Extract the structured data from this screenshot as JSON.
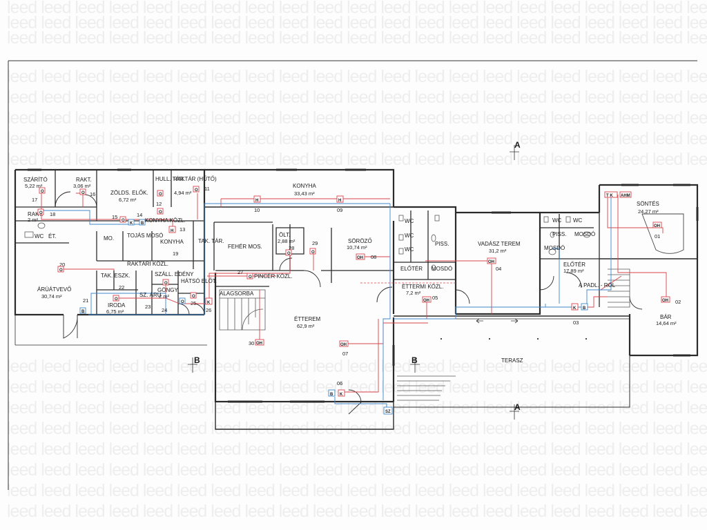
{
  "watermark": {
    "text": "leed leed leed leed leed leed leed leed leed leed leed leed leed leed leed leed leed leed leed leed leed leed leed leed"
  },
  "rooms": [
    {
      "id": "szarito",
      "name": "SZÁRÍTÓ",
      "area": "5,22 m²"
    },
    {
      "id": "rakt1",
      "name": "RAKT.",
      "area": "3,06 m²"
    },
    {
      "id": "zoldseg",
      "name": "ZÖLDS. ELŐK.",
      "area": "6,72 m²"
    },
    {
      "id": "hulltar",
      "name": "HULL. TÁR."
    },
    {
      "id": "raktarhuto",
      "name": "RAKTÁR (HŰTŐ)",
      "area": "4,94 m²"
    },
    {
      "id": "rakt2",
      "name": "RAKT.",
      "area": "2 m²"
    },
    {
      "id": "wc1",
      "name": "WC"
    },
    {
      "id": "et",
      "name": "ÉT."
    },
    {
      "id": "konyhakozl",
      "name": "KONYHA KÖZL."
    },
    {
      "id": "mo",
      "name": "MO."
    },
    {
      "id": "tojasmoso",
      "name": "TOJÁS MOSÓ"
    },
    {
      "id": "konyhalow",
      "name": "KONYHA"
    },
    {
      "id": "taktar",
      "name": "TAK. TÁR."
    },
    {
      "id": "konyha",
      "name": "KONYHA",
      "area": "33,43 m²"
    },
    {
      "id": "fehermos",
      "name": "FEHÉR MOS."
    },
    {
      "id": "olt",
      "name": "ÖLT.",
      "area": "2,88 m²"
    },
    {
      "id": "sorozo",
      "name": "SÖRÖZŐ",
      "area": "10,74 m²"
    },
    {
      "id": "raktarikozl",
      "name": "RAKTÁRI KÖZL."
    },
    {
      "id": "arualvevo",
      "name": "ÁRÚÁTVEVŐ",
      "area": "30,74 m²"
    },
    {
      "id": "takeszk",
      "name": "TAK. ESZK."
    },
    {
      "id": "szazaru",
      "name": "SZ. ÁRU"
    },
    {
      "id": "szalledeny",
      "name": "SZÁLL. EDÉNY"
    },
    {
      "id": "gongy",
      "name": "GÖNGY.",
      "area": "2 m²"
    },
    {
      "id": "hatsoelot",
      "name": "HÁTSÓ ELŐT."
    },
    {
      "id": "iroda",
      "name": "IRODA",
      "area": "6,75 m²"
    },
    {
      "id": "pincerkozl",
      "name": "PINCÉR KÖZL."
    },
    {
      "id": "alagsorba",
      "name": "ALAGSORBA"
    },
    {
      "id": "etterem",
      "name": "ÉTTEREM",
      "area": "62,9 m²"
    },
    {
      "id": "wca",
      "name": "WC"
    },
    {
      "id": "wcb",
      "name": "WC"
    },
    {
      "id": "wcc",
      "name": "WC"
    },
    {
      "id": "piss1",
      "name": "PISS."
    },
    {
      "id": "eloter1",
      "name": "ELŐTÉR"
    },
    {
      "id": "mosdo1",
      "name": "MOSDÓ"
    },
    {
      "id": "ettermikozl",
      "name": "ÉTTERMI KÖZL.",
      "area": "7,2 m²"
    },
    {
      "id": "vadasz",
      "name": "VADÁSZ TEREM",
      "area": "31,2 m²"
    },
    {
      "id": "wcd",
      "name": "WC"
    },
    {
      "id": "wce",
      "name": "WC"
    },
    {
      "id": "piss2",
      "name": "PISS."
    },
    {
      "id": "mosdo2",
      "name": "MOSDÓ"
    },
    {
      "id": "mosdo3",
      "name": "MOSDÓ"
    },
    {
      "id": "eloter2",
      "name": "ELŐTÉR",
      "area": "17,89 m²"
    },
    {
      "id": "apadl",
      "name": "A PADL. - RÓL"
    },
    {
      "id": "sontes",
      "name": "SÖNTÉS",
      "area": "24,27 m²"
    },
    {
      "id": "bar",
      "name": "BÁR",
      "area": "14,64 m²"
    },
    {
      "id": "terasz",
      "name": "TERASZ"
    }
  ],
  "numbers": [
    "17",
    "16",
    "15",
    "14",
    "12",
    "11",
    "18",
    "10",
    "09",
    "19",
    "13",
    "20",
    "29",
    "28",
    "08",
    "27",
    "22",
    "23",
    "24",
    "25",
    "26",
    "21",
    "05",
    "04",
    "03",
    "01",
    "02",
    "30",
    "07",
    "06"
  ],
  "markers": {
    "o": "O",
    "h": "H",
    "k": "K",
    "b": "B",
    "oh": "OH",
    "sz": "SZ",
    "tk": "T K",
    "ahm": "AHM"
  },
  "sections": {
    "a": "A",
    "b": "B"
  },
  "colors": {
    "wall": "#2a2a2a",
    "red": "#d9434b",
    "blue": "#3f86c9",
    "watermark": "#eeeeee",
    "stair": "#555555"
  }
}
